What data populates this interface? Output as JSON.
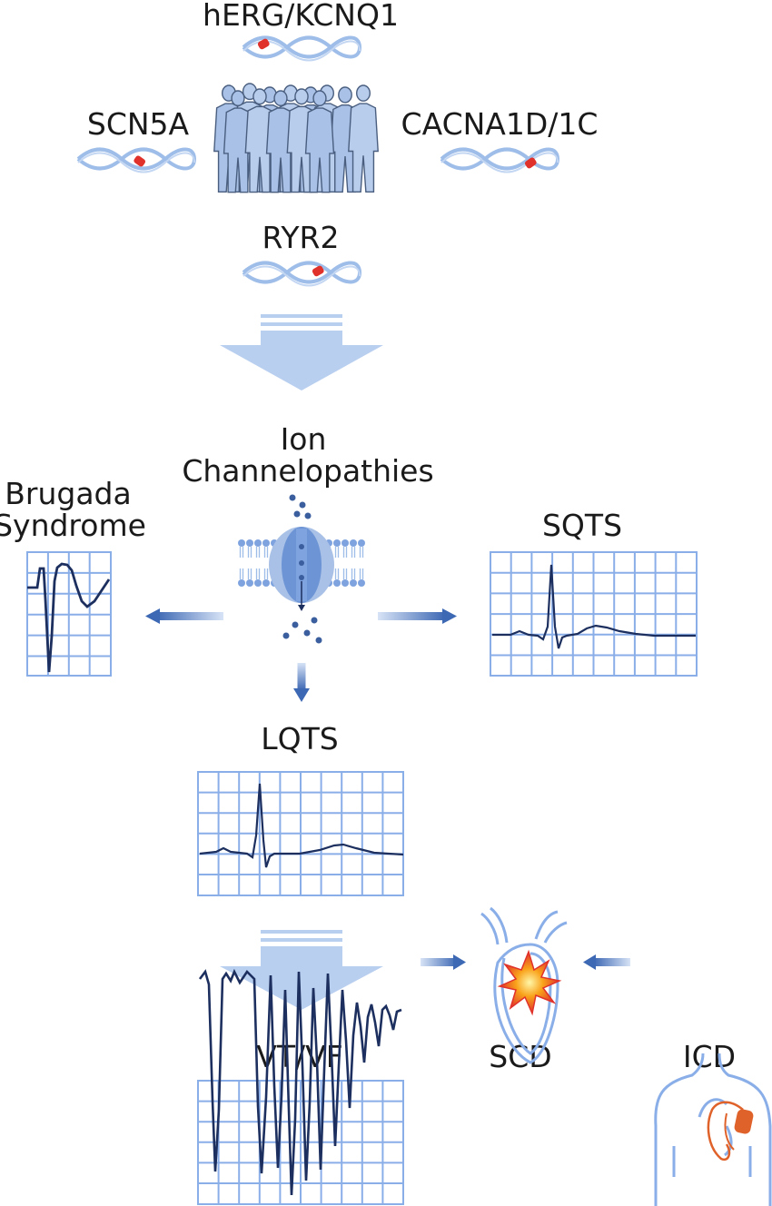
{
  "genes": {
    "herg": "hERG/KCNQ1",
    "scn5a": "SCN5A",
    "cacna": "CACNA1D/1C",
    "ryr2": "RYR2"
  },
  "ion": {
    "line1": "Ion",
    "line2": "Channelopathies"
  },
  "brugada": {
    "line1": "Brugada",
    "line2": "Syndrome"
  },
  "sqts": "SQTS",
  "lqts": "LQTS",
  "vtvf": "VT/VF",
  "scd": "SCD",
  "icd": "ICD",
  "colors": {
    "grid": "#8aaee8",
    "dna": "#9ebde8",
    "mutation": "#e0312b",
    "trace": "#1c2f5e",
    "arrow_big": "#b9cff0",
    "arrow_small": "#4a72b8",
    "people": "#a9c1e6"
  }
}
